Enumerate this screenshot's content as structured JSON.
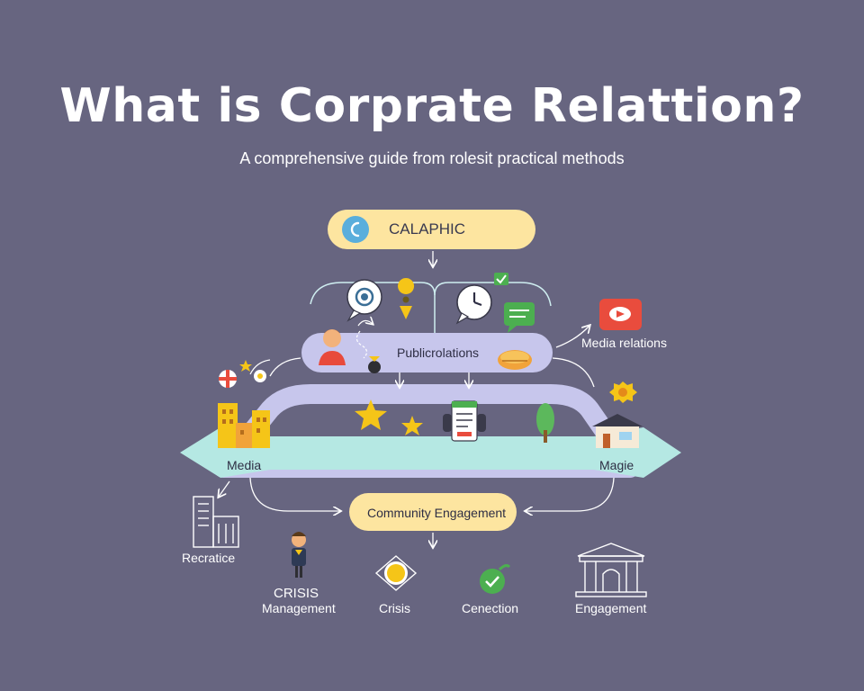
{
  "header": {
    "title": "What is Corprate Relattion?",
    "subtitle": "A comprehensive guide from rolesit practical methods"
  },
  "top_pill": {
    "label": "CALAPHIC"
  },
  "center_pill": {
    "label": "Publicrolations"
  },
  "side_labels": {
    "left": "Media",
    "right": "Magie",
    "media_relations": "Media relations"
  },
  "community_pill": {
    "label": "Community Engagement"
  },
  "bottom_items": [
    {
      "label": "Recratice"
    },
    {
      "label_line1": "CRISIS",
      "label_line2": "Management"
    },
    {
      "label": "Crisis"
    },
    {
      "label": "Cenection"
    },
    {
      "label": "Engagement"
    }
  ],
  "colors": {
    "background": "#676580",
    "pill_yellow": "#fde5a0",
    "pill_lavender": "#c7c6ec",
    "band_teal": "#b5e8e3",
    "accent_red": "#e94c3d",
    "accent_green": "#4caf50"
  }
}
